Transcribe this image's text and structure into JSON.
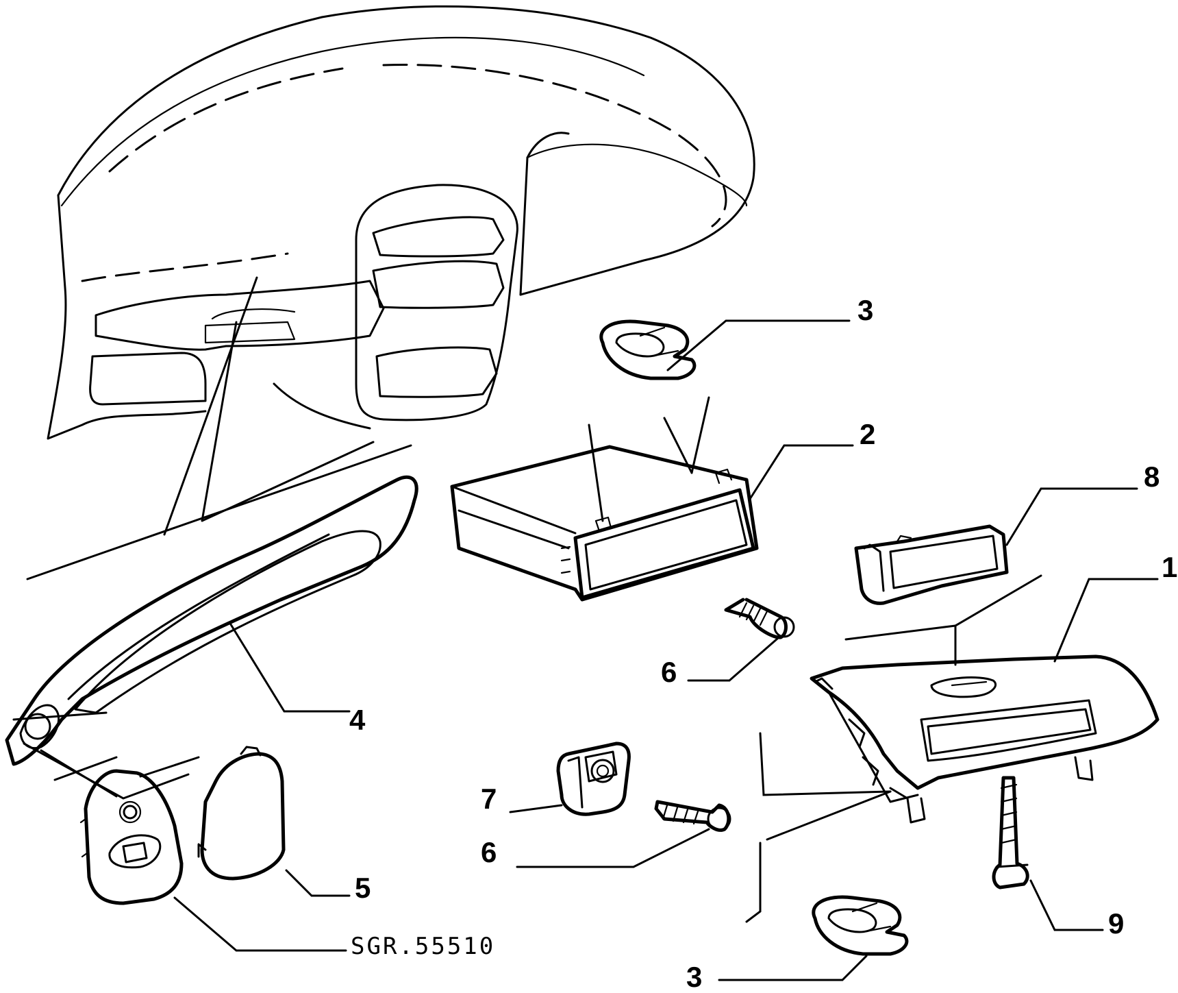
{
  "diagram": {
    "reference_code": "SGR.55510",
    "parts": [
      {
        "id": "part-1",
        "number": "1"
      },
      {
        "id": "part-2",
        "number": "2"
      },
      {
        "id": "part-3-top",
        "number": "3"
      },
      {
        "id": "part-3-bottom",
        "number": "3"
      },
      {
        "id": "part-4",
        "number": "4"
      },
      {
        "id": "part-5",
        "number": "5"
      },
      {
        "id": "part-6-upper",
        "number": "6"
      },
      {
        "id": "part-6-lower",
        "number": "6"
      },
      {
        "id": "part-7",
        "number": "7"
      },
      {
        "id": "part-8",
        "number": "8"
      },
      {
        "id": "part-9",
        "number": "9"
      }
    ]
  }
}
